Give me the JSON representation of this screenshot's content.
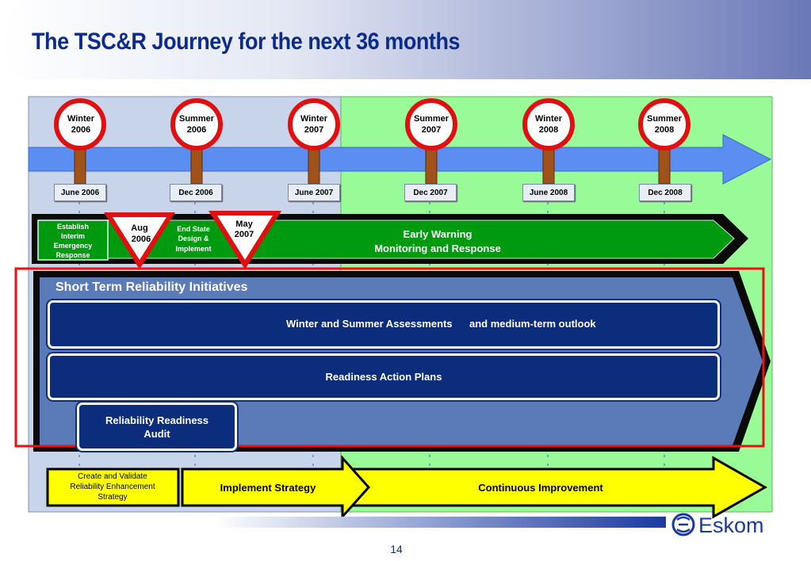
{
  "title": "The TSC&R Journey for the next 36 months",
  "milestones": [
    {
      "season": "Winter",
      "year": "2006",
      "date": "June 2006"
    },
    {
      "season": "Summer",
      "year": "2006",
      "date": "Dec 2006"
    },
    {
      "season": "Winter",
      "year": "2007",
      "date": "June 2007"
    },
    {
      "season": "Summer",
      "year": "2007",
      "date": "Dec 2007"
    },
    {
      "season": "Winter",
      "year": "2008",
      "date": "June 2008"
    },
    {
      "season": "Summer",
      "year": "2008",
      "date": "Dec 2008"
    }
  ],
  "yield_signs": [
    {
      "month": "Aug",
      "year": "2006"
    },
    {
      "month": "May",
      "year": "2007"
    }
  ],
  "early_warning": {
    "establish": [
      "Establish",
      "Interim",
      "Emergency",
      "Response"
    ],
    "end_state": [
      "End State",
      "Design &",
      "Implement"
    ],
    "main": [
      "Early Warning",
      "Monitoring and Response"
    ]
  },
  "short_term": {
    "heading": "Short Term Reliability Initiatives",
    "assessments": "Winter and Summer Assessments",
    "outlook": "and  medium-term outlook",
    "readiness": "Readiness Action Plans",
    "audit": [
      "Reliability Readiness",
      "Audit"
    ]
  },
  "strategy": {
    "create": [
      "Create and Validate",
      "Reliability Enhancement",
      "Strategy"
    ],
    "implement": "Implement Strategy",
    "continuous": "Continuous Improvement"
  },
  "logo": "Eskom",
  "page_number": "14",
  "colors": {
    "title": "#0c2c8c",
    "timeline_arrow": "#5b8ef0",
    "milestone_ring": "#e01010",
    "early_warning_green": "#009a10",
    "short_term_blue": "#5b7ab8",
    "pill_navy": "#0c2c7c",
    "highlight_red": "#ee1010",
    "strategy_yellow": "#ffff00",
    "left_panel": "#c8d4ea",
    "right_panel": "#98fb98"
  }
}
